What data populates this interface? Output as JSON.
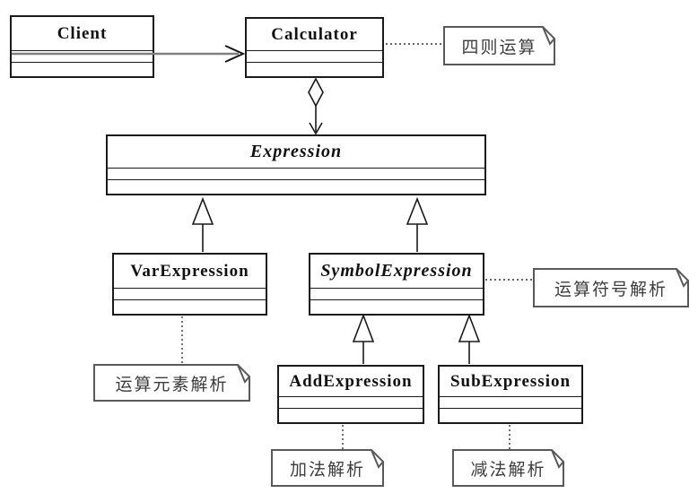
{
  "diagram": {
    "title": "calculator-interpreter-uml-class-diagram",
    "classes": {
      "client": {
        "name": "Client",
        "stereotype": "concrete"
      },
      "calculator": {
        "name": "Calculator",
        "stereotype": "concrete"
      },
      "expression": {
        "name": "Expression",
        "stereotype": "abstract"
      },
      "var_expression": {
        "name": "VarExpression",
        "stereotype": "concrete"
      },
      "symbol_expression": {
        "name": "SymbolExpression",
        "stereotype": "abstract"
      },
      "add_expression": {
        "name": "AddExpression",
        "stereotype": "concrete"
      },
      "sub_expression": {
        "name": "SubExpression",
        "stereotype": "concrete"
      }
    },
    "notes": {
      "arithmetic": {
        "text": "四则运算",
        "attached_to": "Calculator"
      },
      "symbol_parse": {
        "text": "运算符号解析",
        "attached_to": "SymbolExpression"
      },
      "var_parse": {
        "text": "运算元素解析",
        "attached_to": "VarExpression"
      },
      "add_parse": {
        "text": "加法解析",
        "attached_to": "AddExpression"
      },
      "sub_parse": {
        "text": "减法解析",
        "attached_to": "SubExpression"
      }
    },
    "relationships": [
      {
        "from": "Client",
        "to": "Calculator",
        "type": "association"
      },
      {
        "from": "Calculator",
        "to": "Expression",
        "type": "aggregation"
      },
      {
        "from": "VarExpression",
        "to": "Expression",
        "type": "generalization"
      },
      {
        "from": "SymbolExpression",
        "to": "Expression",
        "type": "generalization"
      },
      {
        "from": "AddExpression",
        "to": "SymbolExpression",
        "type": "generalization"
      },
      {
        "from": "SubExpression",
        "to": "SymbolExpression",
        "type": "generalization"
      }
    ],
    "colors": {
      "line": "#1a1a1a",
      "association_line": "#808080",
      "note_border": "#595959",
      "note_text": "#3d3d3d",
      "background": "#ffffff"
    }
  }
}
